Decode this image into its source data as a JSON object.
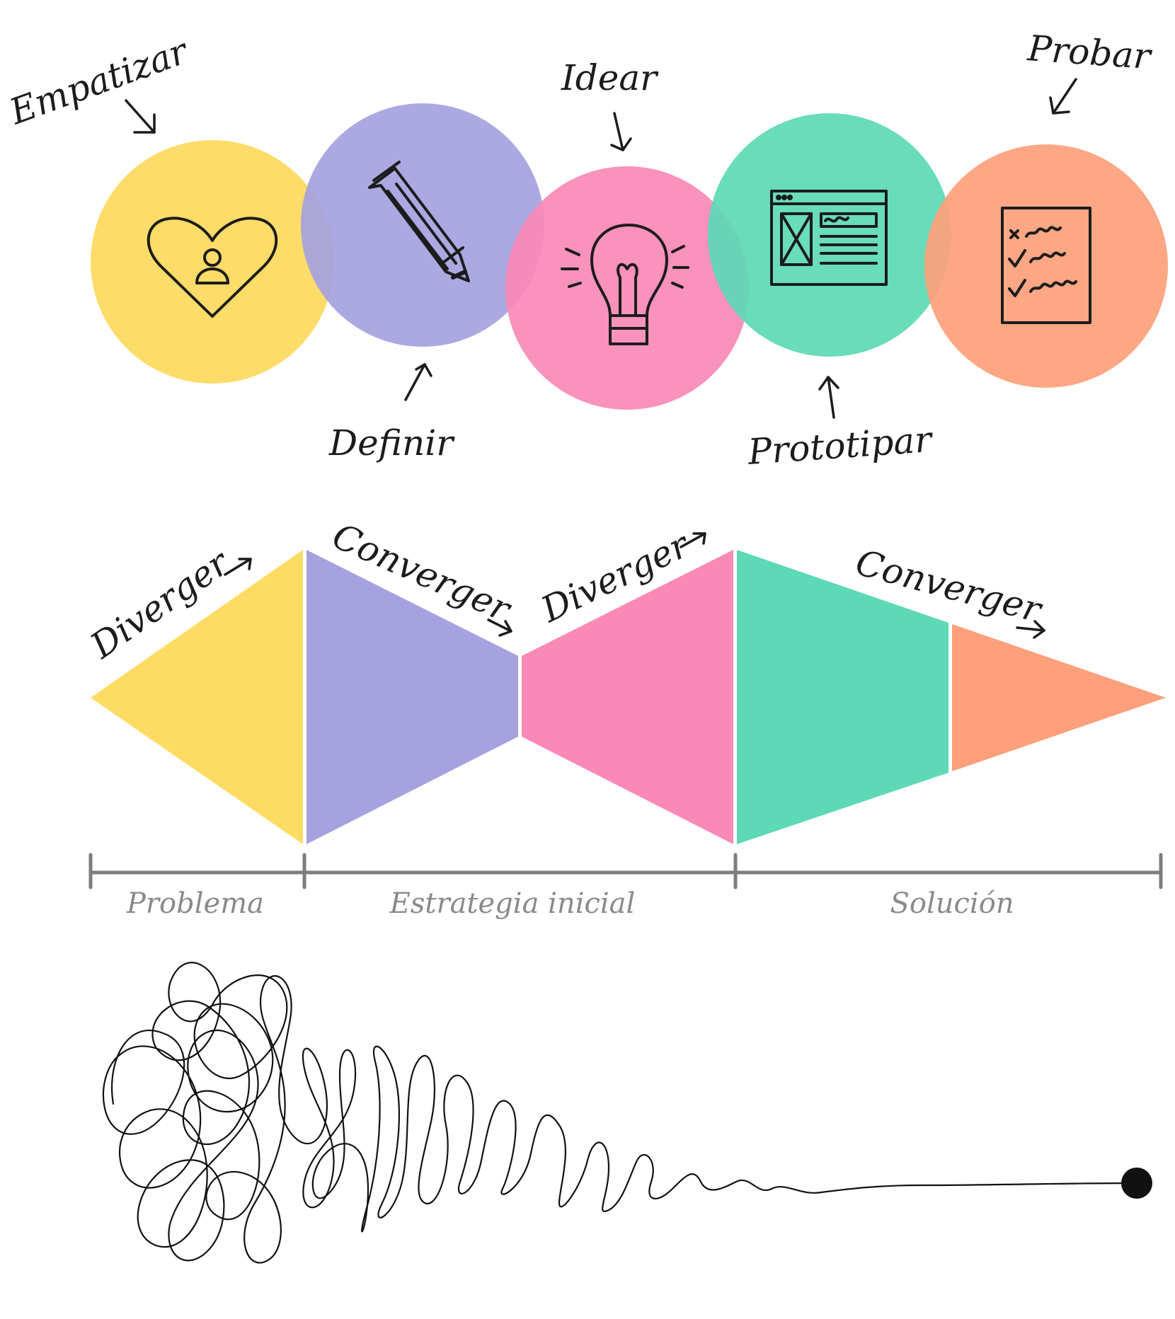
{
  "colors": {
    "empatizar": "#fedb63",
    "definir": "#a6a1df",
    "idear": "#f98ab7",
    "prototipar": "#5ed9b5",
    "probar": "#fea07c",
    "axis": "#7d7d7d",
    "axis_text": "#8a8a8a",
    "ink": "#1c1c1c"
  },
  "stages": [
    {
      "label": "Empatizar",
      "icon": "heart-person-icon"
    },
    {
      "label": "Definir",
      "icon": "pencil-icon"
    },
    {
      "label": "Idear",
      "icon": "lightbulb-icon"
    },
    {
      "label": "Prototipar",
      "icon": "wireframe-window-icon"
    },
    {
      "label": "Probar",
      "icon": "checklist-icon"
    }
  ],
  "phases": [
    {
      "label": "Diverger"
    },
    {
      "label": "Converger"
    },
    {
      "label": "Diverger"
    },
    {
      "label": "Converger"
    }
  ],
  "timeline": {
    "segments": [
      "Problema",
      "Estrategia inicial",
      "Solución"
    ]
  }
}
